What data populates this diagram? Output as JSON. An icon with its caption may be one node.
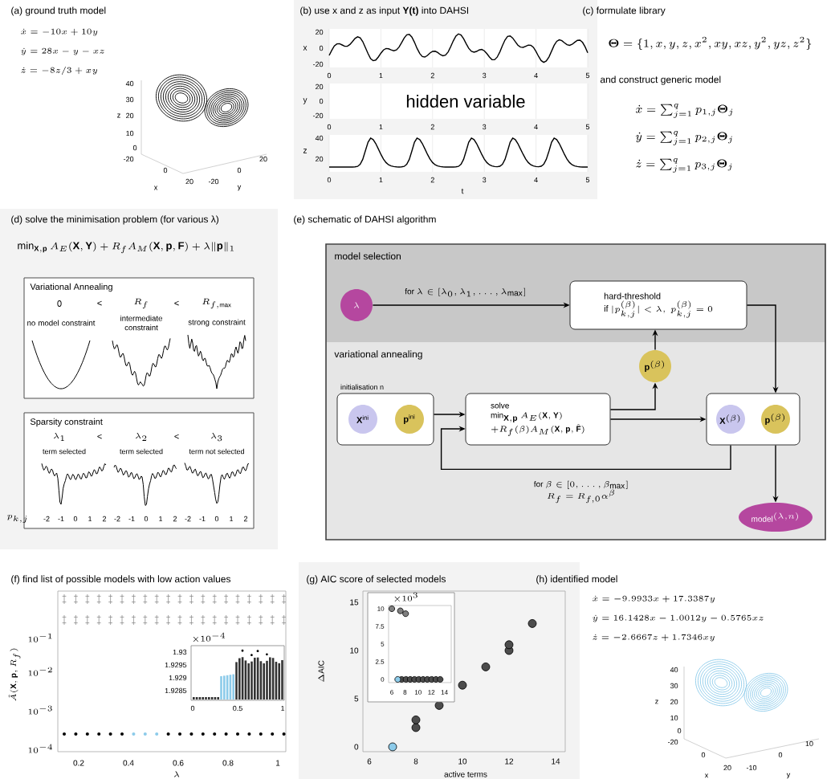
{
  "diagram": {
    "nodes": [
      {
        "text": [
          "model selection"
        ]
      },
      {
        "text": [
          "variational annealing"
        ]
      },
      {
        "text": [
          "\\lambda"
        ],
        "in": 0
      },
      {
        "text": [
          "hard-threshold",
          "\\text{if } |p_{k,j}^{(\\beta)}| < \\lambda,\\ p_{k,j}^{(\\beta)} = 0"
        ],
        "in": 0
      },
      {
        "text": [
          "\\mathbf{p}^{(\\beta)}"
        ],
        "in": 1
      },
      {
        "text": [],
        "shape": "box",
        "beside": [
          "initialisation n"
        ],
        "in": 1
      },
      {
        "text": [
          "\\mathbf{X}^{\\mathrm{ini}}"
        ],
        "in": 5
      },
      {
        "text": [
          "\\mathbf{p}^{\\mathrm{ini}}"
        ],
        "in": 5
      },
      {
        "text": [
          "solve",
          "\\min_{\\mathbf{X},\\mathbf{p}} A_E(\\mathbf{X},\\mathbf{Y})",
          "+R_f(\\beta)A_M(\\mathbf{X},\\mathbf{p},\\hat{\\mathbf{F}})"
        ],
        "in": 1
      },
      {
        "text": [],
        "shape": "box",
        "in": 1
      },
      {
        "text": [
          "\\mathbf{X}^{(\\beta)}"
        ],
        "in": 9
      },
      {
        "text": [
          "\\mathbf{p}^{(\\beta)}"
        ],
        "in": 9
      },
      {
        "text": [
          "\\mathrm{model}^{(\\lambda,n)}"
        ],
        "in": 1
      }
    ],
    "edges": [
      {
        "from": 2,
        "to": 3,
        "arrow": "to",
        "label": "\\text{for } \\lambda \\in [\\lambda_0, \\lambda_1, \\ldots, \\lambda_{\\max}]"
      },
      {
        "from": 3,
        "to": 9,
        "arrow": "to"
      },
      {
        "from": 5,
        "to": 8,
        "arrow": "to"
      },
      {
        "from": 8,
        "to": 4,
        "arrow": "to"
      },
      {
        "from": 4,
        "to": 3,
        "arrow": "to"
      },
      {
        "from": 8,
        "to": 9,
        "arrow": "to"
      },
      {
        "from": 9,
        "to": 8,
        "arrow": "to",
        "label": "\\begin{array}{c}\\text{for } \\beta \\in [0, \\ldots, \\beta_{\\max}]\\\\ R_f = R_{f,0}\\alpha^{\\beta}\\end{array}"
      },
      {
        "from": 9,
        "to": 12,
        "arrow": "to"
      }
    ],
    "labels": [
      "(a) ground truth model",
      "\\dot{x} = -10x + 10y",
      "\\dot{y} = 28x - y - xz",
      "\\dot{z} = -8z/3 + xy",
      "40",
      "30",
      "20",
      "10",
      "0",
      "-20",
      "0",
      "20",
      "-20",
      "0",
      "20",
      "z",
      "x",
      "y",
      "(b) use x and z as input **Y(t)** into DAHSI",
      "20",
      "x",
      "0",
      "-20",
      "0",
      "1",
      "2",
      "3",
      "4",
      "5",
      "20",
      "y",
      "0",
      "-20",
      "hidden variable",
      "0",
      "1",
      "2",
      "3",
      "4",
      "5",
      "40",
      "z",
      "20",
      "0",
      "1",
      "2",
      "3",
      "4",
      "5",
      "t",
      "(c) formulate library",
      "\\boldsymbol{\\Theta} = \\{1, x, y, z, x^2, xy, xz, y^2, yz, z^2\\}",
      "and construct generic model",
      "\\dot{x} = \\sum_{j=1}^{q} p_{1,j}\\boldsymbol{\\Theta}_j",
      "\\dot{y} = \\sum_{j=1}^{q} p_{2,j}\\boldsymbol{\\Theta}_j",
      "\\dot{z} = \\sum_{j=1}^{q} p_{3,j}\\boldsymbol{\\Theta}_j",
      "(d) solve the minimisation problem (for various λ)",
      "\\min_{\\mathbf{X},\\mathbf{p}} A_E(\\mathbf{X},\\mathbf{Y}) + R_f A_M(\\mathbf{X},\\mathbf{p},\\mathbf{F}) + \\lambda\\|\\mathbf{p}\\|_1",
      "Variational Annealing",
      "0",
      "<",
      "R_f",
      "<",
      "R_{f,\\max}",
      "no model constraint",
      "intermediate constraint",
      "strong constraint",
      "Sparsity constraint",
      "\\lambda_1",
      "<",
      "\\lambda_2",
      "<",
      "\\lambda_3",
      "term selected",
      "term selected",
      "term not selected",
      "p_{k,j}",
      "-2",
      "-1",
      "0",
      "1",
      "2",
      "-2",
      "-1",
      "0",
      "1",
      "2",
      "-2",
      "-1",
      "0",
      "1",
      "2",
      "(e) schematic of DAHSI algorithm",
      "(f) find list of possible models with low action values",
      "10^{-1}",
      "10^{-2}",
      "10^{-3}",
      "10^{-4}",
      "0.2",
      "0.4",
      "0.6",
      "0.8",
      "1",
      "\\lambda",
      "\\hat{A}(\\mathbf{X},\\mathbf{p},R_f)",
      "\\times10^{-4}",
      "1.93",
      "1.9295",
      "1.929",
      "1.9285",
      "0",
      "0.5",
      "1",
      "(g) AIC score of selected models",
      "15",
      "10",
      "5",
      "0",
      "6",
      "8",
      "10",
      "12",
      "14",
      "\\Delta\\mathrm{AIC}",
      "active terms",
      "\\times10^{3}",
      "10",
      "7.5",
      "5",
      "2.5",
      "0",
      "6",
      "8",
      "10",
      "12",
      "14",
      "(h) identified model",
      "\\dot{x} = -9.9933x + 17.3387y",
      "\\dot{y} = 16.1428x - 1.0012y - 0.5765xz",
      "\\dot{z} = -2.6667z + 1.7346xy",
      "40",
      "30",
      "20",
      "10",
      "0",
      "-20",
      "0",
      "20",
      "-10",
      "0",
      "10",
      "z",
      "x",
      "y"
    ]
  }
}
